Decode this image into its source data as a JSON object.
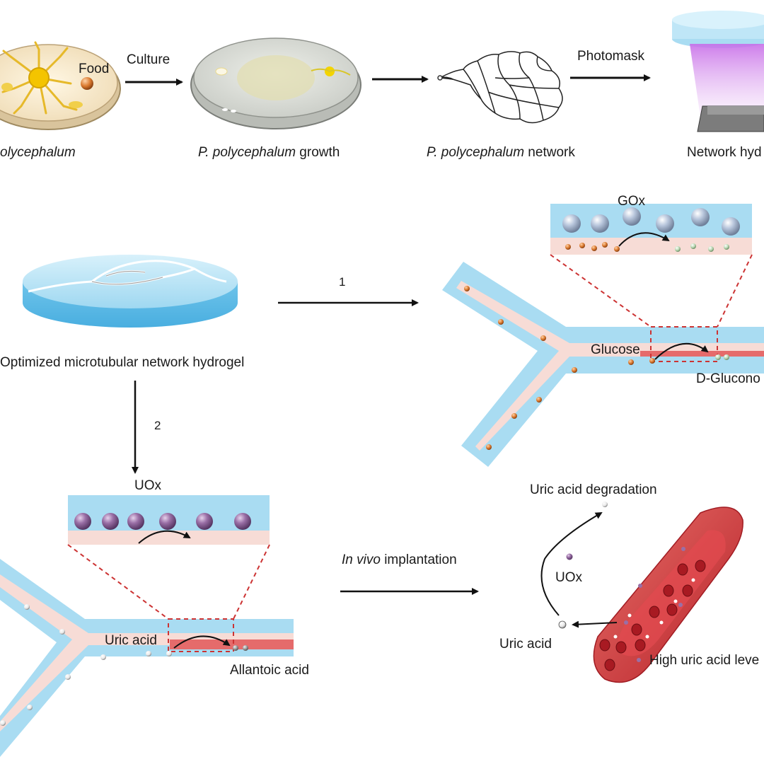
{
  "top_row": {
    "dish1_food_label": "Food",
    "dish1_caption_italic": "olycephalum",
    "arrow1_label": "Culture",
    "dish2_caption_italic": "P. polycephalum",
    "dish2_caption_rest": " growth",
    "network_caption_italic": "P. polycephalum",
    "network_caption_rest": " network",
    "arrow3_label": "Photomask",
    "hydrogel_caption": "Network hyd"
  },
  "middle": {
    "hydrogel_caption": "Optimized microtubular network hydrogel",
    "path1_number": "1",
    "path2_number": "2",
    "gox_label": "GOx",
    "glucose_label": "Glucose",
    "product_label": "D-Glucono"
  },
  "bottom": {
    "uox_label": "UOx",
    "uric_acid_label": "Uric acid",
    "allantoic_label": "Allantoic acid",
    "implant_italic": "In vivo",
    "implant_rest": " implantation",
    "degradation_label": "Uric acid degradation",
    "uox_free_label": "UOx",
    "uric_acid_vessel_label": "Uric acid",
    "high_level_label": "High uric acid leve"
  },
  "colors": {
    "gel_blue": "#a9dcf2",
    "channel_pink": "#f7dcd6",
    "glucose_orange": "#d9782e",
    "gox_sphere": "#b9c6da",
    "uox_sphere": "#9a6fa6",
    "vessel_red": "#d8393b",
    "dash_red": "#cc3333"
  }
}
